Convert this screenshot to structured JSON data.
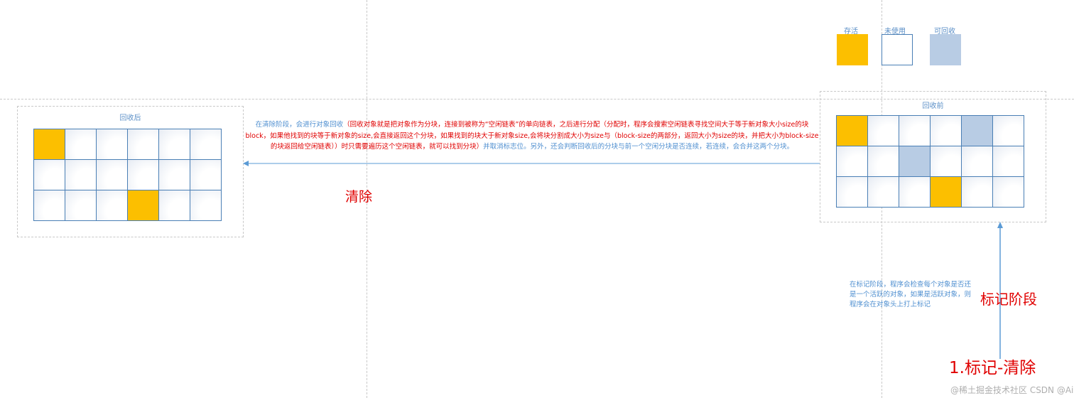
{
  "legend": [
    {
      "label": "存活",
      "state": "live",
      "color": "#fcbf00"
    },
    {
      "label": "未使用",
      "state": "empty",
      "color": "#ffffff"
    },
    {
      "label": "可回收",
      "state": "recl",
      "color": "#b8cce4"
    }
  ],
  "before": {
    "title": "回收前",
    "cells": [
      "live",
      "empty",
      "empty",
      "empty",
      "recl",
      "empty",
      "empty",
      "empty",
      "recl",
      "empty",
      "empty",
      "empty",
      "empty",
      "empty",
      "empty",
      "live",
      "empty",
      "empty"
    ]
  },
  "after": {
    "title": "回收后",
    "cells": [
      "live",
      "empty",
      "empty",
      "empty",
      "empty",
      "empty",
      "empty",
      "empty",
      "empty",
      "empty",
      "empty",
      "empty",
      "empty",
      "empty",
      "empty",
      "live",
      "empty",
      "empty"
    ]
  },
  "sweep": {
    "label": "清除",
    "desc_blue_1": "在清除阶段，会进行对象回收",
    "desc_red": "（回收对象就是把对象作为分块，连接到被称为“空闲链表”的单向链表，之后进行分配（分配时，程序会搜索空闲链表寻找空间大于等于新对象大小size的块block，如果他找到的块等于新对象的size,会直接返回这个分块，如果找到的块大于新对象size,会将块分割成大小为size与（block-size的两部分，返回大小为size的块，并把大小为block-size的块返回给空闲链表））时只需要遍历这个空闲链表，就可以找到分块）",
    "desc_blue_2": "并取消标志位。另外，还会判断回收后的分块与前一个空闲分块是否连续，若连续，会合并这两个分块。"
  },
  "mark": {
    "label": "标记阶段",
    "desc": "在标记阶段，程序会检查每个对象是否还是一个活跃的对象，如果是活跃对象，则程序会在对象头上打上标记"
  },
  "caption": "1.标记-清除",
  "watermark": "@稀土掘金技术社区 CSDN @AiminminHu"
}
